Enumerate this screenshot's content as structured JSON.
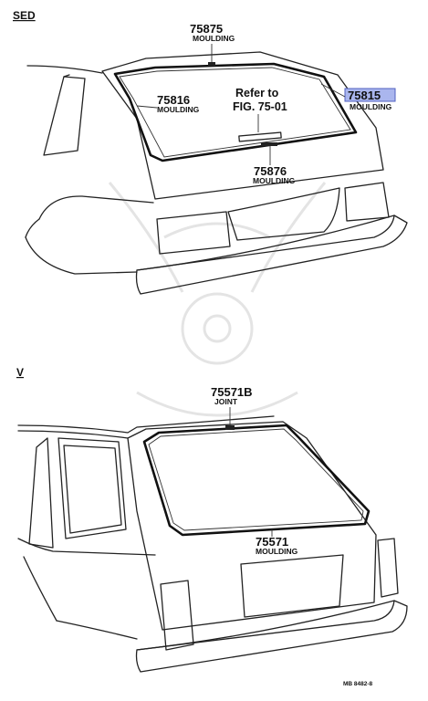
{
  "sections": [
    {
      "id": "sed",
      "label": "SED"
    },
    {
      "id": "v",
      "label": "V"
    }
  ],
  "parts": {
    "p75875": {
      "number": "75875",
      "name": "MOULDING"
    },
    "p75816": {
      "number": "75816",
      "name": "MOULDING"
    },
    "p75815": {
      "number": "75815",
      "name": "MOULDING",
      "highlight_color": "#aab6ee"
    },
    "p75876": {
      "number": "75876",
      "name": "MOULDING"
    },
    "p75571B": {
      "number": "75571B",
      "name": "JOINT"
    },
    "p75571": {
      "number": "75571",
      "name": "MOULDING"
    }
  },
  "reference": {
    "line1": "Refer to",
    "line2": "FIG. 75-01"
  },
  "figure_code": "MB 8482-8"
}
